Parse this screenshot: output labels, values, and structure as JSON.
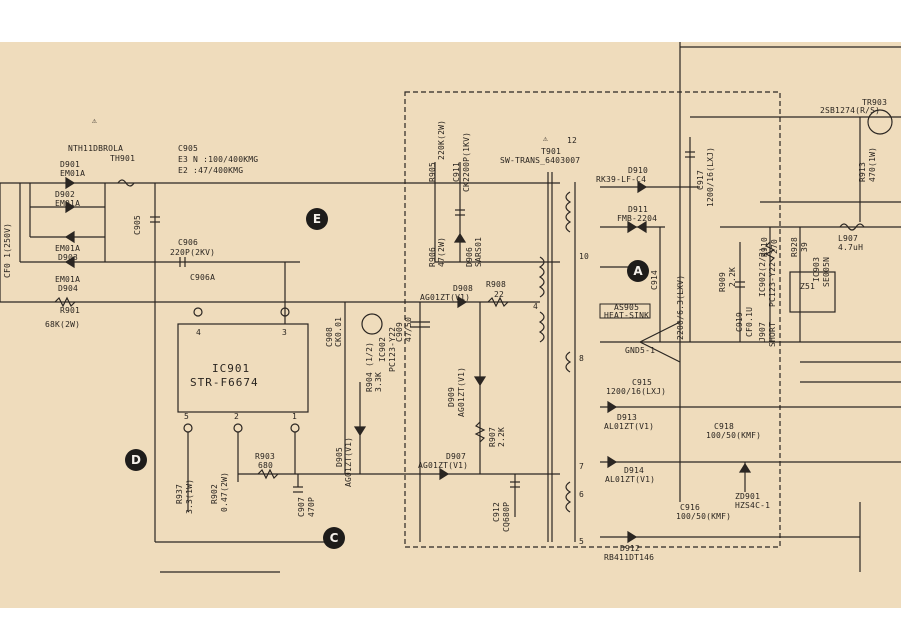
{
  "top_left": {
    "nth": "NTH11DBROLA",
    "th": "TH901",
    "c905a": "C905",
    "e3": "E3 N :100/400KMG",
    "e2": "E2      :47/400KMG"
  },
  "left": {
    "cf0": "CF0 1(250V)",
    "d901": "D901",
    "em1": "EM01A",
    "d902": "D902",
    "em2": "EM01A",
    "em3": "EM01A",
    "d903": "D903",
    "em4": "EM01A",
    "d904": "D904",
    "r901": "R901",
    "r901v": "68K(2W)",
    "c905b": "C905"
  },
  "mid": {
    "c906": "C906",
    "c906v": "220P(2KV)",
    "c906a": "C906A",
    "r905": "R905",
    "r905v": "220K(2W)",
    "c911": "C911",
    "c911v": "CK2200P(1KV)",
    "r906": "R906",
    "r906v": "47(2W)",
    "d906": "D906",
    "sars": "SARS01",
    "ic901": "IC901",
    "str": "STR-F6674",
    "c908": "C908",
    "ck": "CK0.01",
    "ic902": "IC902",
    "pc": "PC123-Y22",
    "r904": "R904 (1/2)",
    "r904v": "3.3K",
    "c909": "C909",
    "c909v": "47/50",
    "d908": "D908",
    "d908v": "AG01ZT(V1)",
    "r908": "R908",
    "r908v": "22",
    "d909": "D909",
    "d909v": "AG01ZT(V1)",
    "r907": "R907",
    "r907v": "2.2K",
    "d905": "D905",
    "d905v": "AG01ZT(V1)",
    "d907": "D907",
    "d907v": "AG01ZT(V1)",
    "r903": "R903",
    "r903v": "680",
    "r937": "R937",
    "r937v": "3.3(1W)",
    "r902": "R902",
    "r902v": "0.47(2W)",
    "c907": "C907",
    "c907v": "470P",
    "c912": "C912",
    "c912v": "CQ680P"
  },
  "trans": {
    "t901": "T901",
    "sw": "SW-TRANS_6403007"
  },
  "right": {
    "d910": "D910",
    "rk": "RK39-LF-C4",
    "c917": "C917",
    "c917v": "1200/16(LXJ)",
    "d911": "D911",
    "fmb": "FMB-2204",
    "c914": "C914",
    "c914v": "2200/6.3(LXV)",
    "as905": "AS905",
    "heat": "HEAT-SINK",
    "gnd": "GND5-1",
    "c915": "C915",
    "c915v": "1200/16(LXJ)",
    "d913": "D913",
    "d913v": "AL01ZT(V1)",
    "c918": "C918",
    "c918v": "100/50(KMF)",
    "d914": "D914",
    "d914v": "AL01ZT(V1)",
    "zd901": "ZD901",
    "hzs": "HZS4C-1",
    "c916": "C916",
    "c916v": "100/50(KMF)",
    "d912": "D912",
    "rb": "RB411DT146",
    "tr903": "TR903",
    "tr903v": "2SB1274(R/S)",
    "r913": "R913",
    "r913v": "470(1W)",
    "r910": "R910",
    "r910v": "270",
    "r928": "R928",
    "r928v": "39",
    "l907": "L907",
    "l907v": "4.7uH",
    "r909": "R909",
    "r909v": "2.2K",
    "c919": "C919",
    "c919v": "CF0.1U",
    "ic902b": "IC902(2/2)",
    "pcb": "PC123-Y22",
    "jx": "J907",
    "jshort": "SHORT",
    "ic903": "IC903",
    "se": "SE005N",
    "z51": "Z51"
  },
  "callouts": {
    "a": "A",
    "c": "C",
    "d": "D",
    "e": "E"
  }
}
